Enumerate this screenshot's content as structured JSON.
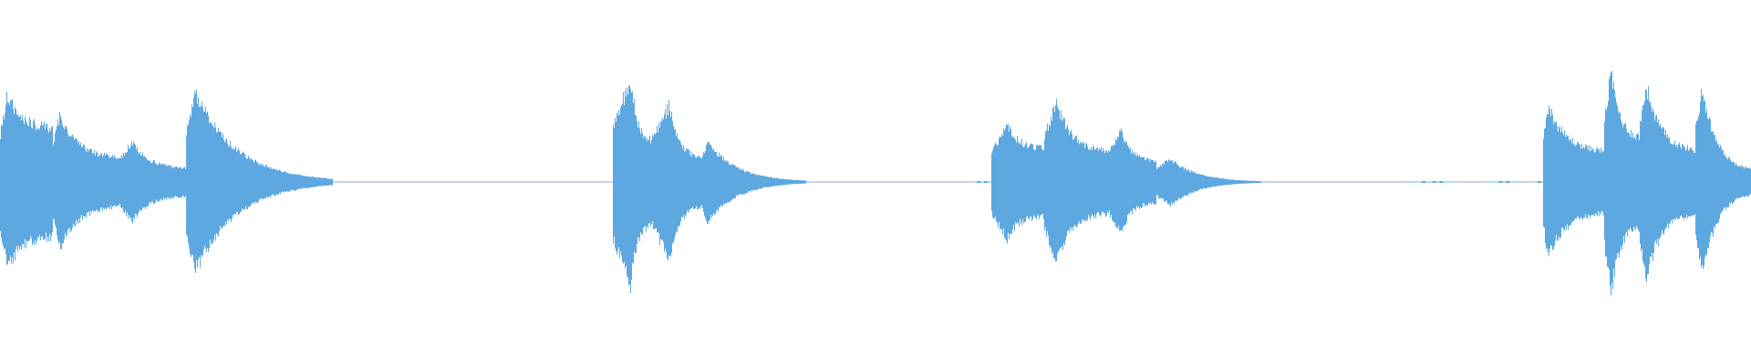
{
  "waveform": {
    "color": "#5DA8E0",
    "background": "#FFFFFF",
    "bursts": [
      {
        "start": 0.0,
        "peak": 0.004,
        "end": 0.03,
        "amp": 0.52,
        "floor": 0.32
      },
      {
        "start": 0.03,
        "peak": 0.034,
        "end": 0.068,
        "amp": 0.4,
        "floor": 0.14
      },
      {
        "start": 0.068,
        "peak": 0.075,
        "end": 0.106,
        "amp": 0.24,
        "floor": 0.08
      },
      {
        "start": 0.106,
        "peak": 0.111,
        "end": 0.19,
        "amp": 0.54,
        "floor": 0.0
      },
      {
        "start": 0.35,
        "peak": 0.36,
        "end": 0.372,
        "amp": 0.62,
        "floor": 0.24
      },
      {
        "start": 0.372,
        "peak": 0.382,
        "end": 0.4,
        "amp": 0.46,
        "floor": 0.14
      },
      {
        "start": 0.4,
        "peak": 0.404,
        "end": 0.46,
        "amp": 0.24,
        "floor": 0.0
      },
      {
        "start": 0.566,
        "peak": 0.575,
        "end": 0.596,
        "amp": 0.34,
        "floor": 0.2
      },
      {
        "start": 0.596,
        "peak": 0.603,
        "end": 0.632,
        "amp": 0.48,
        "floor": 0.18
      },
      {
        "start": 0.632,
        "peak": 0.64,
        "end": 0.66,
        "amp": 0.3,
        "floor": 0.12
      },
      {
        "start": 0.66,
        "peak": 0.668,
        "end": 0.72,
        "amp": 0.14,
        "floor": 0.0
      },
      {
        "start": 0.881,
        "peak": 0.884,
        "end": 0.916,
        "amp": 0.46,
        "floor": 0.18
      },
      {
        "start": 0.916,
        "peak": 0.92,
        "end": 0.936,
        "amp": 0.66,
        "floor": 0.26
      },
      {
        "start": 0.936,
        "peak": 0.94,
        "end": 0.968,
        "amp": 0.58,
        "floor": 0.18
      },
      {
        "start": 0.968,
        "peak": 0.972,
        "end": 1.0,
        "amp": 0.56,
        "floor": 0.06
      }
    ],
    "blips": [
      0.558,
      0.562,
      0.812,
      0.818,
      0.822,
      0.856,
      0.86,
      0.878
    ]
  }
}
